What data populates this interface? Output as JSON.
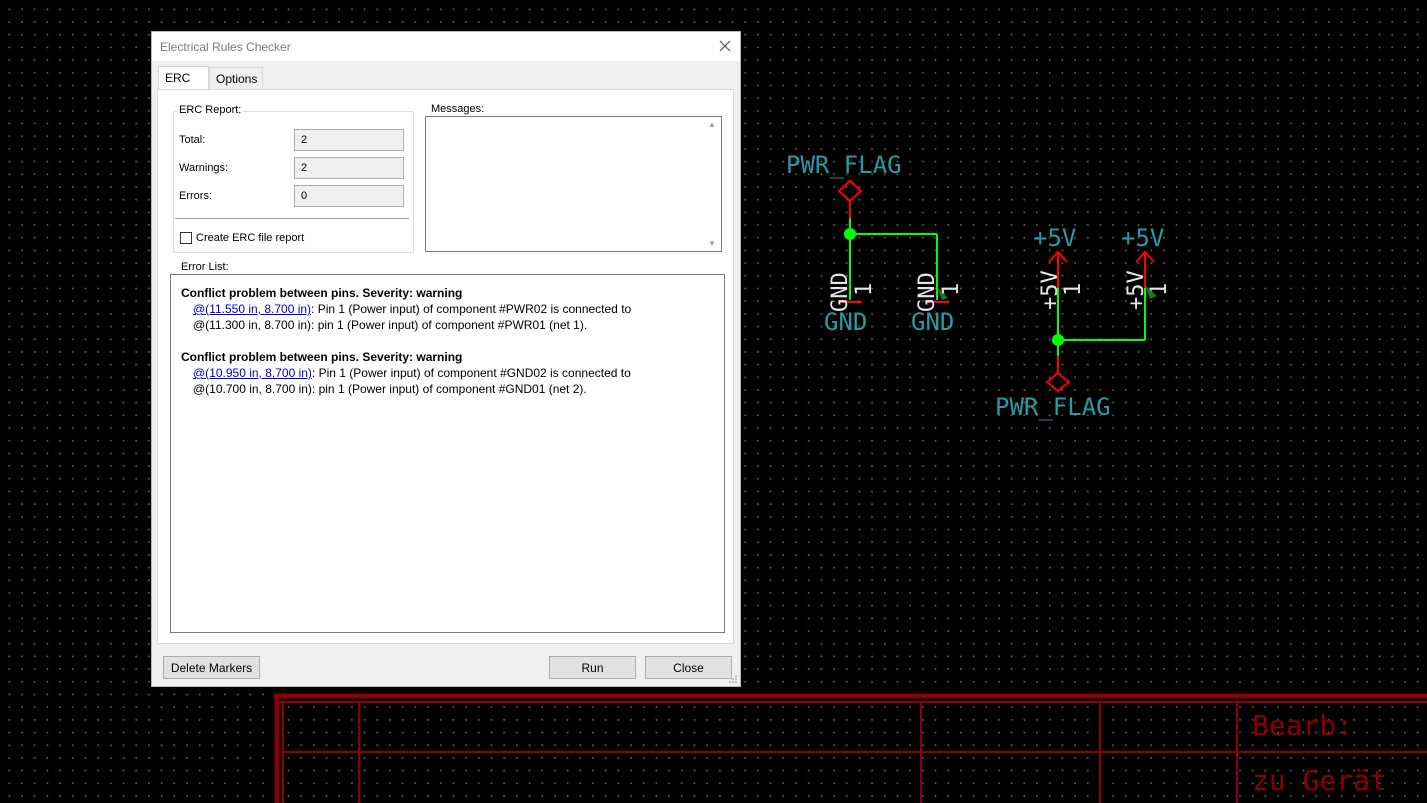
{
  "schematic": {
    "pwr_flag_label_1": "PWR_FLAG",
    "pwr_flag_label_2": "PWR_FLAG",
    "gnd_ref_1": "GND",
    "gnd_ref_2": "GND",
    "gnd_val_1": "GND",
    "gnd_val_2": "GND",
    "pin_num": "1",
    "plus5v_top_1": "+5V",
    "plus5v_top_2": "+5V",
    "plus5v_rot_1": "+5V",
    "plus5v_rot_2": "+5V",
    "colors": {
      "wire": "#00ff00",
      "power_symbol": "#ff0000",
      "label": "#2a9aa3",
      "title_block": "#8b0000"
    }
  },
  "title_block": {
    "bearb_label": "Bearb:",
    "zu_geraet_label": "zu Gerät"
  },
  "dialog": {
    "title": "Electrical Rules Checker",
    "tabs": [
      {
        "label": "ERC",
        "active": true
      },
      {
        "label": "Options",
        "active": false
      }
    ],
    "erc_report": {
      "heading": "ERC Report:",
      "total_label": "Total:",
      "total_value": "2",
      "warnings_label": "Warnings:",
      "warnings_value": "2",
      "errors_label": "Errors:",
      "errors_value": "0",
      "create_report_label": "Create ERC file report",
      "create_report_checked": false
    },
    "messages": {
      "heading": "Messages:",
      "content": ""
    },
    "error_list": {
      "heading": "Error List:",
      "items": [
        {
          "header": "Conflict problem between pins. Severity: warning",
          "link": "@(11.550 in, 8.700 in)",
          "line1_rest": ": Pin 1 (Power input) of component #PWR02 is connected to",
          "line2": "@(11.300 in, 8.700 in): pin 1 (Power input) of component #PWR01 (net 1)."
        },
        {
          "header": "Conflict problem between pins. Severity: warning",
          "link": "@(10.950 in, 8.700 in)",
          "line1_rest": ": Pin 1 (Power input) of component #GND02 is connected to",
          "line2": "@(10.700 in, 8.700 in): pin 1 (Power input) of component #GND01 (net 2)."
        }
      ]
    },
    "buttons": {
      "delete_markers": "Delete Markers",
      "run": "Run",
      "close": "Close"
    }
  }
}
